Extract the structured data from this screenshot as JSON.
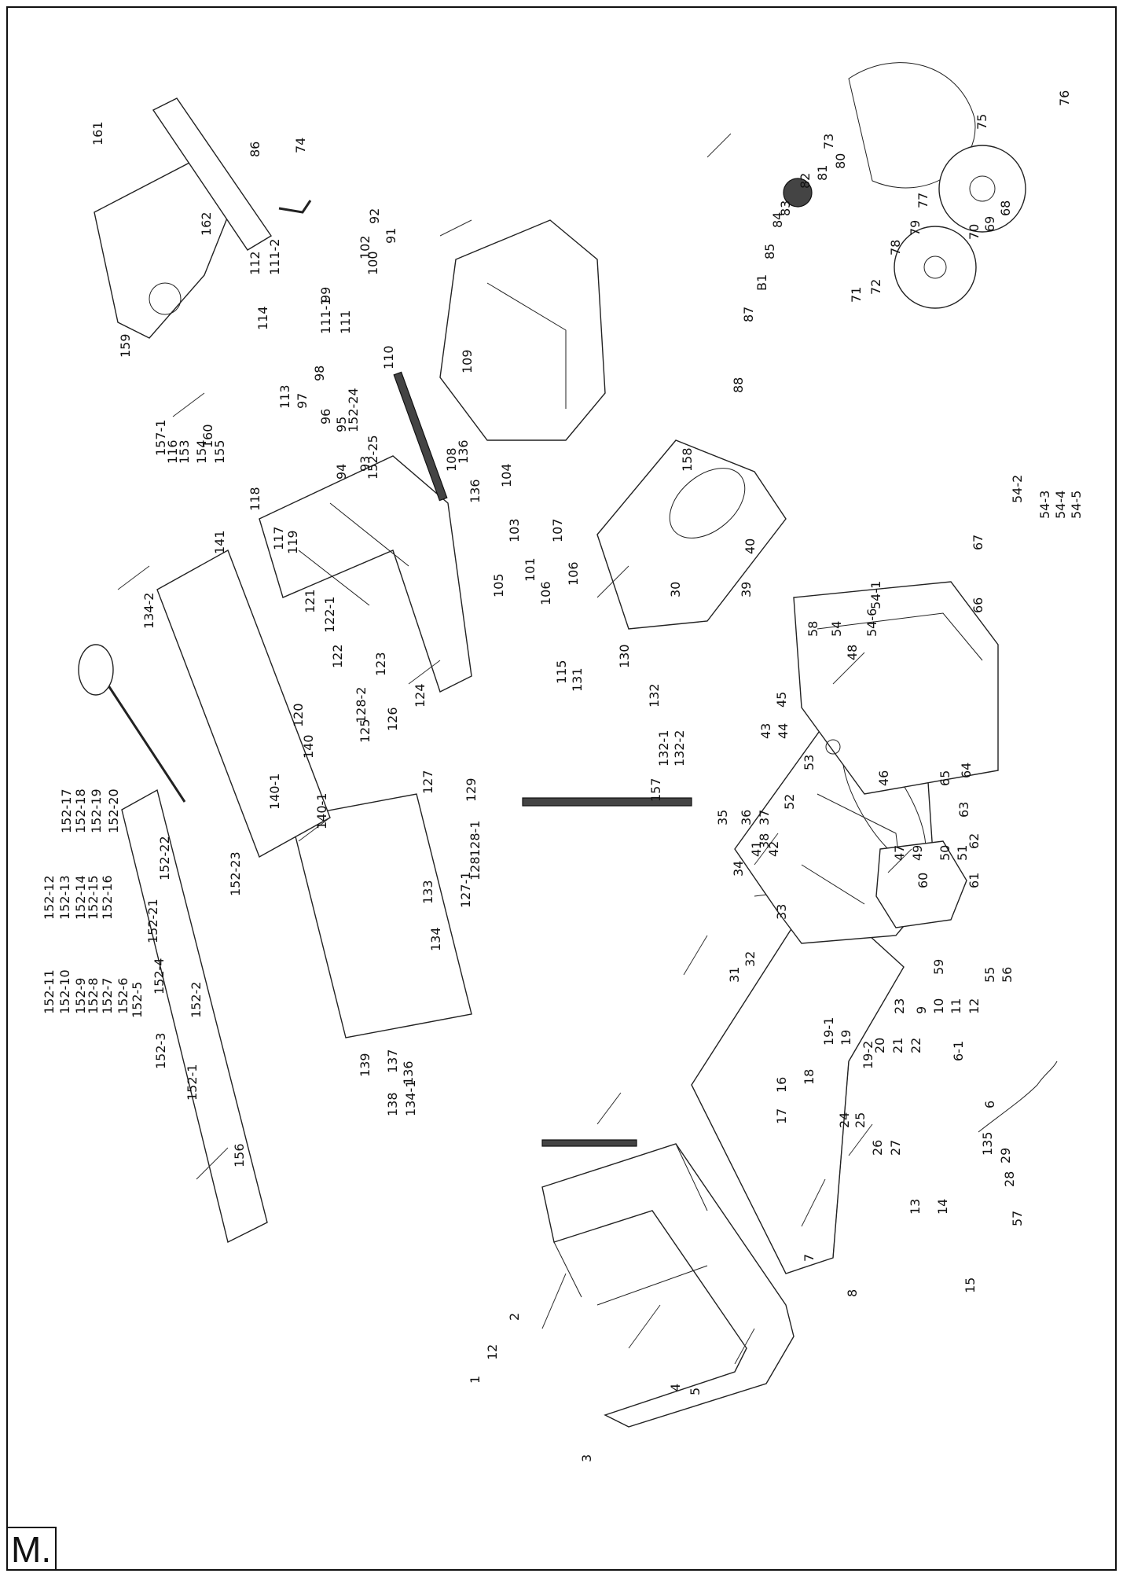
{
  "page_mark": "M.",
  "colors": {
    "ink": "#111111",
    "paper": "#ffffff"
  },
  "callouts": [
    "1",
    "12",
    "2",
    "3",
    "4",
    "5",
    "8",
    "7",
    "15",
    "14",
    "13",
    "28",
    "6",
    "6-1",
    "16",
    "17",
    "18",
    "19-1",
    "19",
    "19-2",
    "20",
    "21",
    "22",
    "23",
    "9",
    "10",
    "11",
    "12",
    "24",
    "25",
    "26",
    "27",
    "135",
    "29",
    "30",
    "31",
    "32",
    "33",
    "34",
    "35",
    "36",
    "37",
    "38",
    "41",
    "42",
    "43",
    "44",
    "45",
    "46",
    "47",
    "49",
    "50",
    "51",
    "52",
    "53",
    "55",
    "56",
    "57",
    "59",
    "60",
    "61",
    "62",
    "63",
    "64",
    "65",
    "39",
    "40",
    "48",
    "54-6",
    "54-1",
    "54",
    "58",
    "66",
    "67",
    "54-2",
    "54-3",
    "54-4",
    "54-5",
    "130",
    "131",
    "132",
    "132-1",
    "132-2",
    "134",
    "133",
    "127-1",
    "128",
    "128-1",
    "129",
    "127",
    "126",
    "125",
    "128-2",
    "123",
    "122",
    "122-1",
    "121",
    "140-1",
    "140",
    "140-1",
    "124",
    "139",
    "138",
    "137",
    "136",
    "134-1",
    "134-2",
    "141",
    "118",
    "117",
    "119",
    "120",
    "116",
    "153",
    "154",
    "155",
    "156",
    "152-1",
    "152-2",
    "152-3",
    "152-4",
    "152-5",
    "152-6",
    "152-7",
    "152-8",
    "152-9",
    "152-10",
    "152-11",
    "152-12",
    "152-13",
    "152-14",
    "152-15",
    "152-16",
    "152-17",
    "152-18",
    "152-19",
    "152-20",
    "152-21",
    "152-22",
    "152-23",
    "152-24",
    "152-25",
    "114",
    "113",
    "111-2",
    "112",
    "111-1",
    "111",
    "110",
    "109",
    "108",
    "104",
    "103",
    "101",
    "106",
    "107",
    "106",
    "105",
    "115",
    "100",
    "99",
    "98",
    "97",
    "96",
    "95",
    "94",
    "93",
    "102",
    "136",
    "136",
    "92",
    "91",
    "157",
    "158",
    "159",
    "157-1",
    "160",
    "161",
    "162",
    "86",
    "74",
    "73",
    "75",
    "76",
    "77",
    "78",
    "79",
    "80",
    "81",
    "82",
    "83",
    "84",
    "85",
    "B1",
    "87",
    "88",
    "72",
    "71",
    "70",
    "69",
    "68"
  ]
}
